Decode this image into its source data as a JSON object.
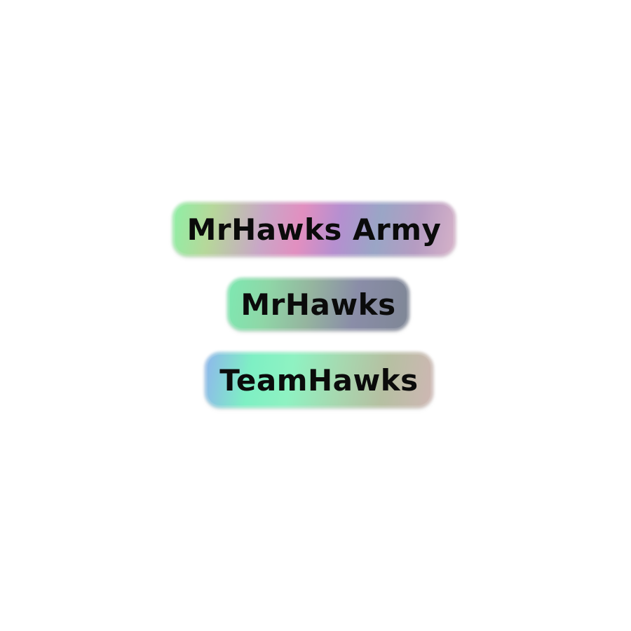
{
  "stickers": [
    {
      "text": "MrHawks Army"
    },
    {
      "text": "MrHawks"
    },
    {
      "text": "TeamHawks"
    }
  ],
  "colors": {
    "background": "#ffffff",
    "text": "#0b0b0b",
    "holographic_green": "#8ef0a6",
    "holographic_pink": "#e28fc0",
    "holographic_purple": "#b68fd0",
    "holographic_blue": "#8fb6ee",
    "holographic_gray": "#7f8796"
  }
}
